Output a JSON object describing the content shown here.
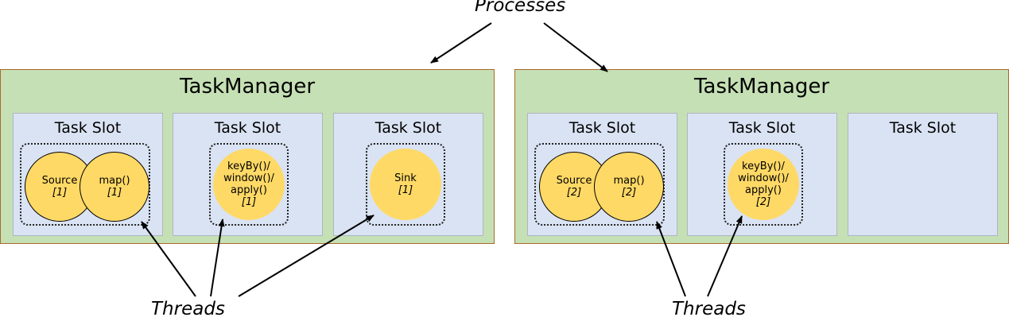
{
  "processes_label": "Processes",
  "threads_label": "Threads",
  "task_managers": [
    {
      "title": "TaskManager",
      "slots": [
        {
          "title": "Task Slot",
          "operators": [
            {
              "name": "Source",
              "index": "[1]"
            },
            {
              "name": "map()",
              "index": "[1]"
            }
          ]
        },
        {
          "title": "Task Slot",
          "operators": [
            {
              "name_lines": [
                "keyBy()/",
                "window()/",
                "apply()"
              ],
              "index": "[1]"
            }
          ]
        },
        {
          "title": "Task Slot",
          "operators": [
            {
              "name": "Sink",
              "index": "[1]"
            }
          ]
        }
      ]
    },
    {
      "title": "TaskManager",
      "slots": [
        {
          "title": "Task Slot",
          "operators": [
            {
              "name": "Source",
              "index": "[2]"
            },
            {
              "name": "map()",
              "index": "[2]"
            }
          ]
        },
        {
          "title": "Task Slot",
          "operators": [
            {
              "name_lines": [
                "keyBy()/",
                "window()/",
                "apply()"
              ],
              "index": "[2]"
            }
          ]
        },
        {
          "title": "Task Slot",
          "operators": []
        }
      ]
    }
  ],
  "colors": {
    "task_manager_fill": "#c5e0b4",
    "task_manager_border": "#a8692b",
    "task_slot_fill": "#dae3f3",
    "operator_fill": "#ffd966"
  }
}
